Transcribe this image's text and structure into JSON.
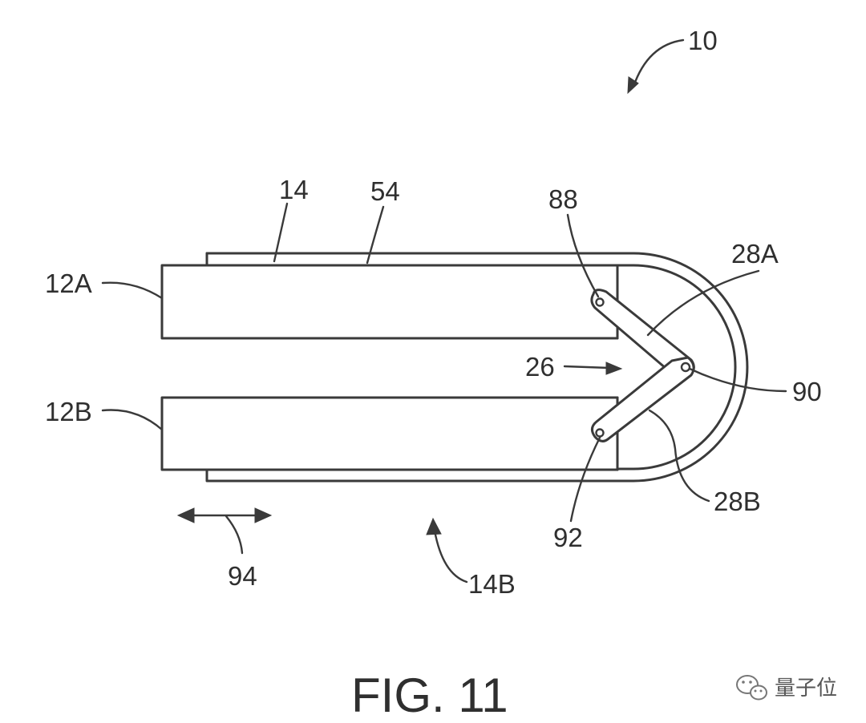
{
  "figure": {
    "caption": "FIG. 11",
    "labels": {
      "ref_10": "10",
      "ref_14": "14",
      "ref_54": "54",
      "ref_88": "88",
      "ref_28a": "28A",
      "ref_12a": "12A",
      "ref_26": "26",
      "ref_90": "90",
      "ref_12b": "12B",
      "ref_28b": "28B",
      "ref_92": "92",
      "ref_94": "94",
      "ref_14b": "14B"
    }
  },
  "watermark": {
    "text": "量子位",
    "icon": "wechat-icon"
  }
}
